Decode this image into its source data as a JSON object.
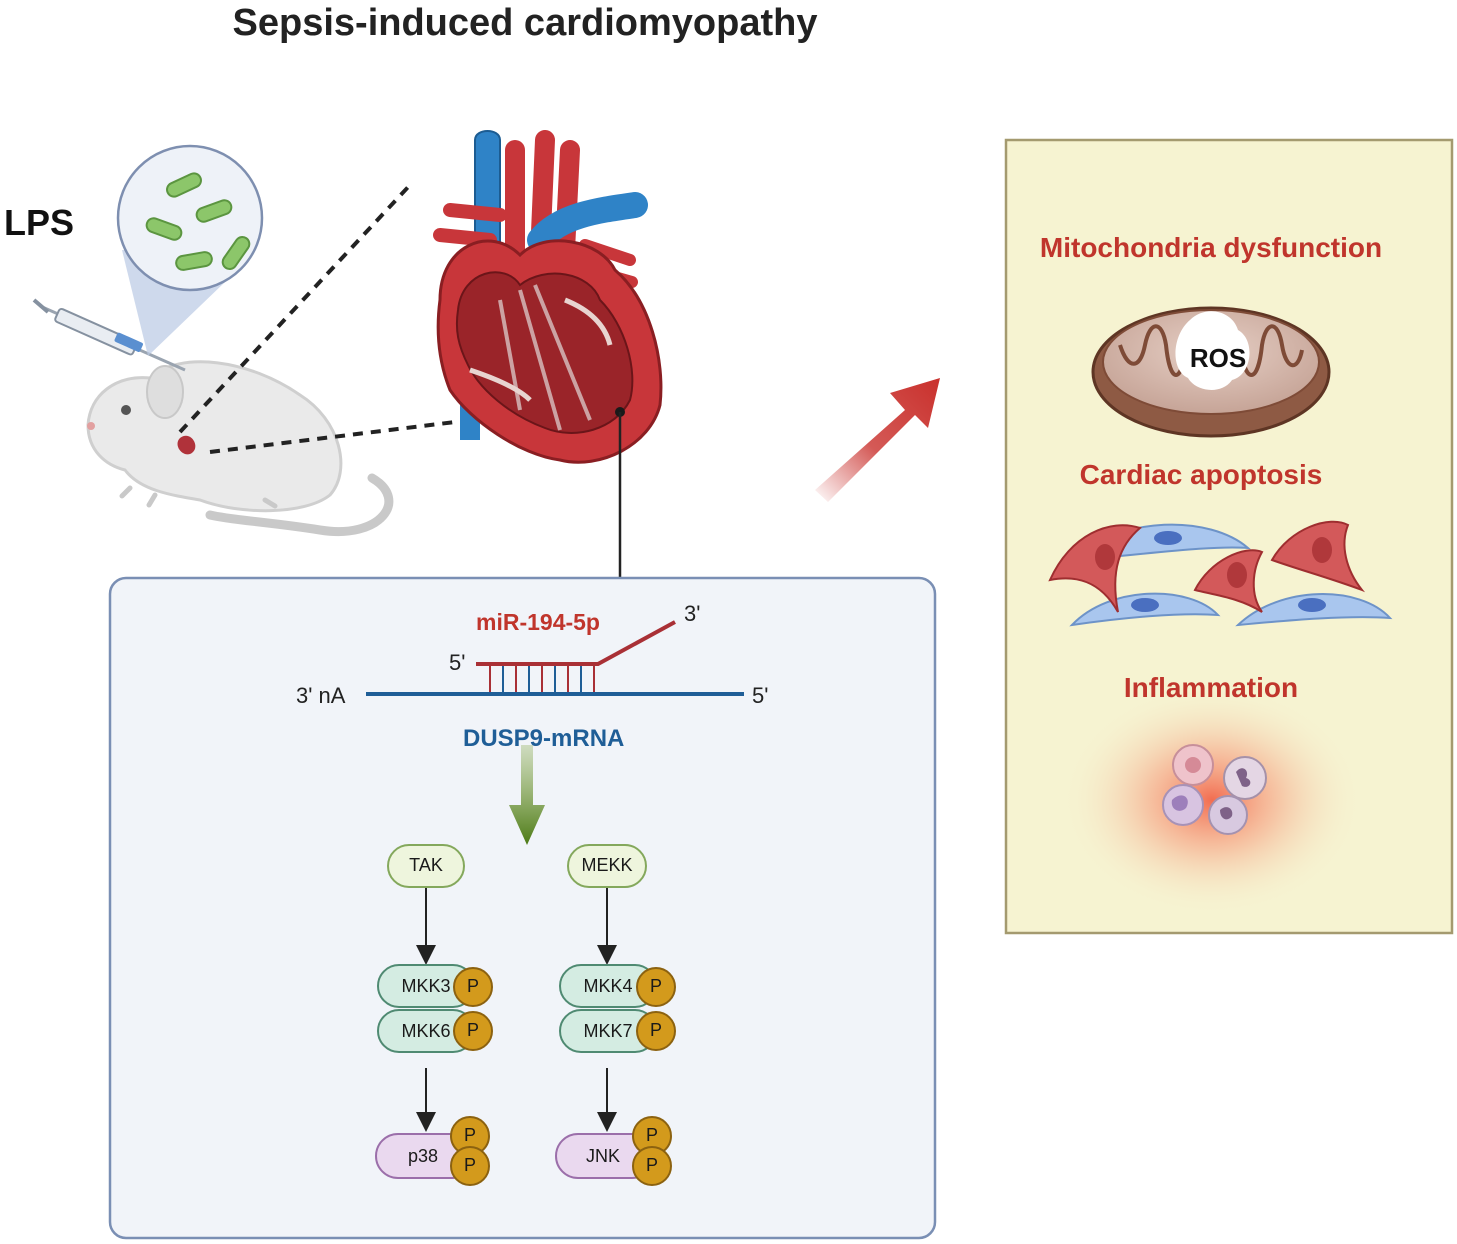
{
  "title": "Sepsis-induced cardiomyopathy",
  "lps_label": "LPS",
  "effects": {
    "mito": "Mitochondria dysfunction",
    "ros": "ROS",
    "apoptosis": "Cardiac apoptosis",
    "inflammation": "Inflammation"
  },
  "mirna": {
    "name": "miR-194-5p",
    "five_prime": "5'",
    "three_prime": "3'"
  },
  "mrna": {
    "name": "DUSP9-mRNA",
    "left_end": "3' nA",
    "right_end": "5'"
  },
  "pathway_left": {
    "top": "TAK",
    "mid1": "MKK3",
    "mid2": "MKK6",
    "bottom": "p38"
  },
  "pathway_right": {
    "top": "MEKK",
    "mid1": "MKK4",
    "mid2": "MKK7",
    "bottom": "JNK"
  },
  "phospho": "P",
  "colors": {
    "accent_red": "#c0352c",
    "mrna_blue": "#1f5e97",
    "effect_panel": "#f6f3d1",
    "mechanism_panel": "#f1f4f9",
    "phospho_gold": "#d39a1c"
  }
}
